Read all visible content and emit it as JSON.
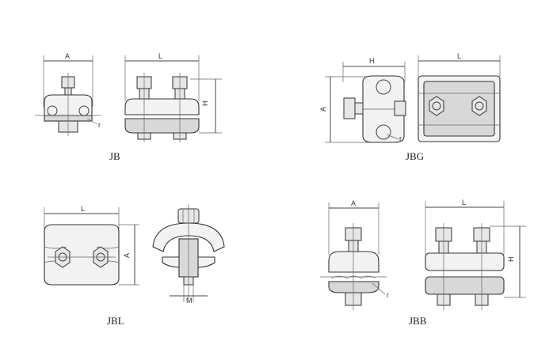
{
  "diagrams": {
    "jb": {
      "name": "JB",
      "dims": {
        "a": "A",
        "l": "L",
        "h": "H",
        "r": "r"
      }
    },
    "jbg": {
      "name": "JBG",
      "dims": {
        "a": "A",
        "l": "L",
        "h": "H",
        "r": "r"
      }
    },
    "jbl": {
      "name": "JBL",
      "dims": {
        "a": "A",
        "l": "L",
        "m": "M"
      }
    },
    "jbb": {
      "name": "JBB",
      "dims": {
        "a": "A",
        "l": "L",
        "h": "H",
        "r": "r"
      }
    }
  }
}
